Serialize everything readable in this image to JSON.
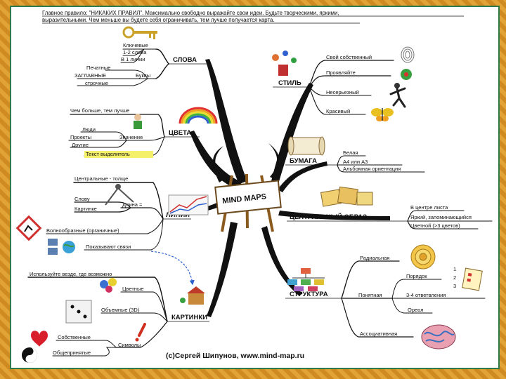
{
  "header": {
    "line1": "Главное правило: \"НИКАКИХ ПРАВИЛ\". Максимально свободно выражайте свои идеи. Будьте творческими, яркими,",
    "line2": "выразительными. Чем меньше вы будете себя ограничивать, тем лучше получается карта."
  },
  "center": {
    "label": "MIND MAPS"
  },
  "branches": {
    "slova": {
      "title": "СЛОВА",
      "items": [
        "Ключевые",
        "1-2 слова",
        "В 1 линии",
        "Печатные",
        "ЗАГЛАВНЫЕ",
        "Буквы",
        "строчные"
      ]
    },
    "tsveta": {
      "title": "ЦВЕТА",
      "items": [
        "Чем больше, тем лучше",
        "Люди",
        "Проекты",
        "Другие",
        "Значение",
        "Текст выделитель"
      ]
    },
    "linii": {
      "title": "ЛИНИИ",
      "items": [
        "Центральные - толще",
        "Слову",
        "Картинке",
        "Длина =",
        "Волнообразные (органичные)",
        "Показывают связи"
      ]
    },
    "kartinki": {
      "title": "КАРТИНКИ",
      "items": [
        "Используйте везде, где возможно",
        "Цветные",
        "Объемные (3D)",
        "Собственные",
        "Общепринятые",
        "Символы"
      ]
    },
    "stil": {
      "title": "СТИЛЬ",
      "items": [
        "Свой собственный",
        "Проявляйте",
        "Несерьезный",
        "Красивый"
      ]
    },
    "bumaga": {
      "title": "БУМАГА",
      "items": [
        "Белая",
        "А4 или А3",
        "Альбомная ориентация"
      ]
    },
    "obraz": {
      "title": "ЦЕНТРАЛЬНЫЙ ОБРАЗ",
      "items": [
        "В центре листа",
        "Яркий, запоминающийся",
        "Цветной (>3 цветов)"
      ]
    },
    "struktura": {
      "title": "СТРУКТУРА",
      "items": [
        "Радиальная",
        "Порядок",
        "Понятная",
        "3-4 ответвления",
        "Ореол",
        "Ассоциативная"
      ],
      "order_numbers": [
        "1",
        "2",
        "3"
      ]
    }
  },
  "footer": {
    "credit": "(c)Сергей Шипунов, www.mind-map.ru"
  },
  "colors": {
    "frame": "#dc9a2e",
    "border": "#2f7a4a",
    "highlight": "#f4f06a",
    "link_arrow": "#2a5fd0"
  }
}
